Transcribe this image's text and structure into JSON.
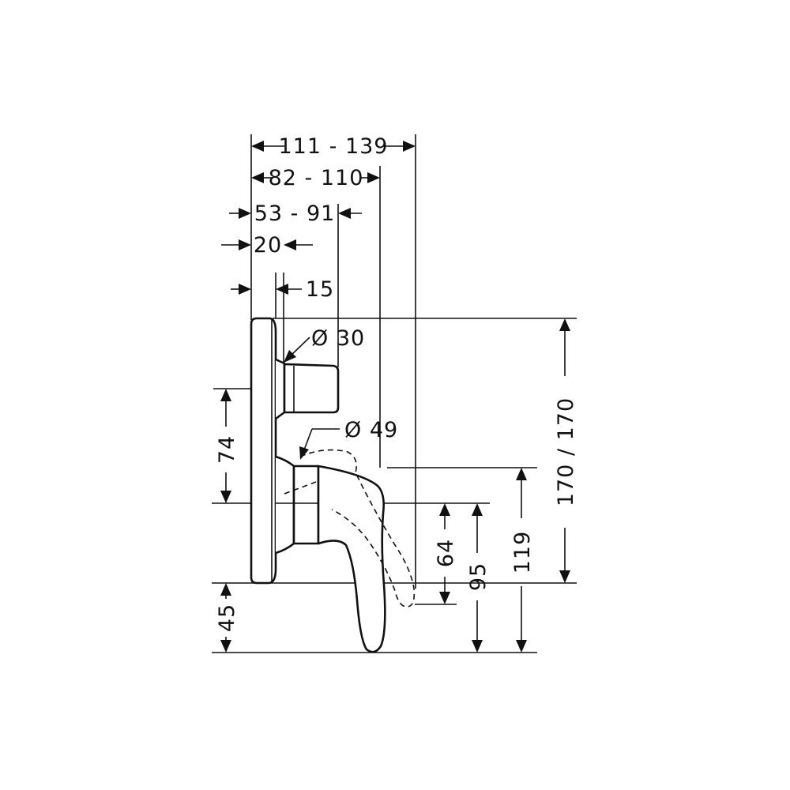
{
  "dimensions": {
    "overall_depth": "111 - 139",
    "lever_depth": "82 - 110",
    "knob_depth": "53 - 91",
    "plate_depth": "20",
    "collar_depth": "15",
    "knob_diameter": "Ø 30",
    "lever_base_diameter": "Ø 49",
    "knob_to_lever_axis": "74",
    "plate_height": "170 / 170",
    "lever_height": "119",
    "lever_tip_height": "95",
    "lever_axis_to_plate_bottom": "64",
    "plate_bottom_to_lever_tip": "45"
  }
}
